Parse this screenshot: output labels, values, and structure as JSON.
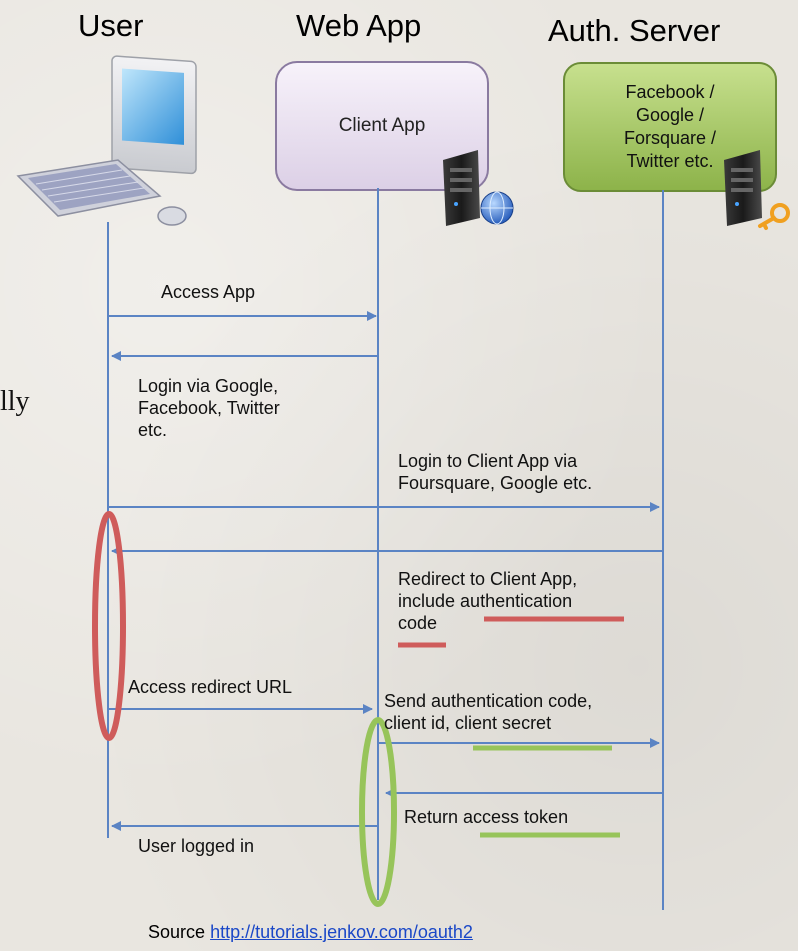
{
  "headers": {
    "user": "User",
    "web_app": "Web App",
    "auth_server": "Auth. Server"
  },
  "client_box": {
    "label": "Client App"
  },
  "auth_box": {
    "label": "Facebook /\nGoogle /\nForsquare /\nTwitter etc."
  },
  "messages": {
    "access_app": "Access App",
    "login_via": "Login via Google,\nFacebook, Twitter\netc.",
    "login_to_client": "Login to Client App via\nFoursquare, Google etc.",
    "redirect": "Redirect to Client App,\ninclude authentication\ncode",
    "access_redirect": "Access redirect URL",
    "send_code": "Send authentication code,\nclient id, client secret",
    "return_token": "Return access token",
    "user_logged_in": "User logged in"
  },
  "partial_text": "lly",
  "footer": {
    "prefix": "Source",
    "link": "http://tutorials.jenkov.com/oauth2"
  },
  "colors": {
    "arrow": "#5b84c4",
    "red_highlight": "#cf5c5b",
    "green_highlight": "#97c45a",
    "link": "#1a47c7"
  }
}
